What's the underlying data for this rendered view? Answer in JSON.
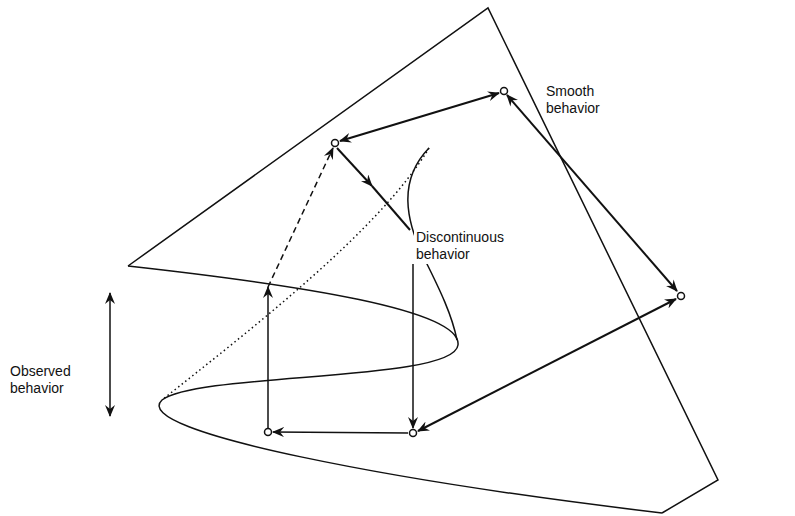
{
  "diagram": {
    "labels": [
      "Smooth behavior",
      "Discontinuous behavior",
      "Observed behavior"
    ]
  }
}
